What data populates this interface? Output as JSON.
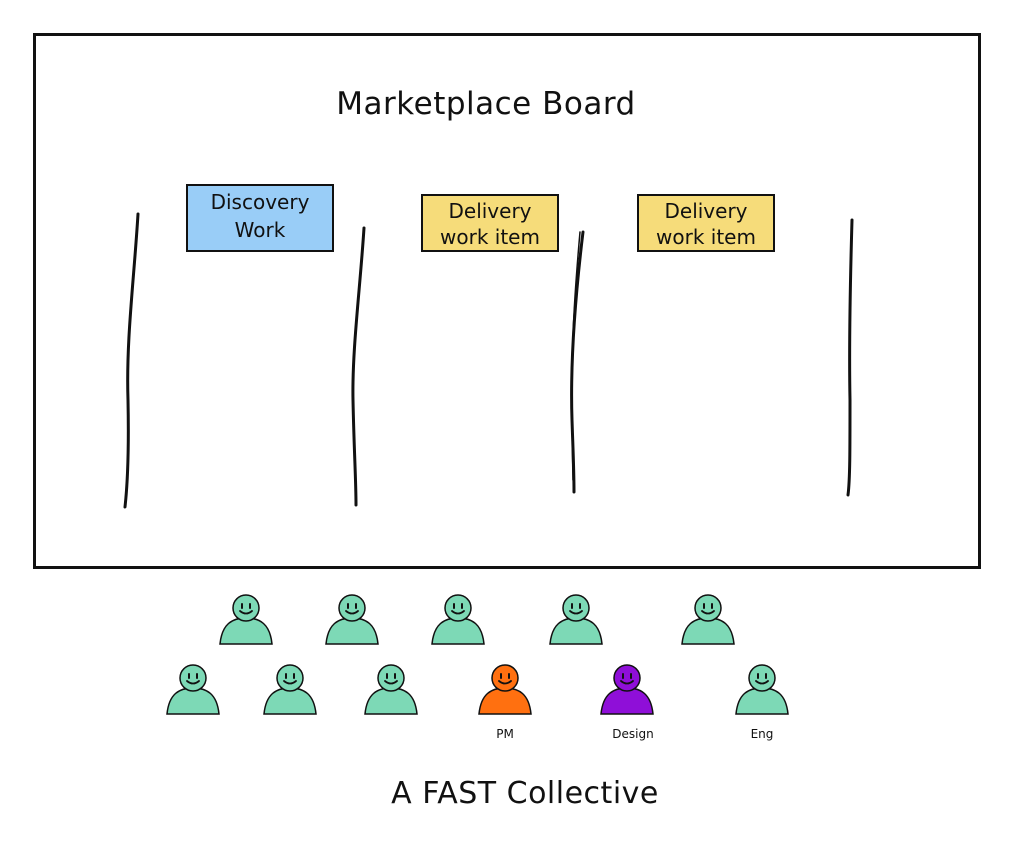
{
  "board": {
    "title": "Marketplace Board",
    "cards": [
      {
        "line1": "Discovery",
        "line2": "Work",
        "color": "#99cdf7"
      },
      {
        "line1": "Delivery",
        "line2": "work item",
        "color": "#f6dc7a"
      },
      {
        "line1": "Delivery",
        "line2": "work item",
        "color": "#f6dc7a"
      }
    ]
  },
  "team": {
    "default_color": "#7dd9b6",
    "roles": [
      {
        "label": "PM",
        "color": "#ff7010"
      },
      {
        "label": "Design",
        "color": "#8f0fd8"
      },
      {
        "label": "Eng",
        "color": "#7dd9b6"
      }
    ]
  },
  "footer": {
    "title": "A FAST Collective"
  }
}
